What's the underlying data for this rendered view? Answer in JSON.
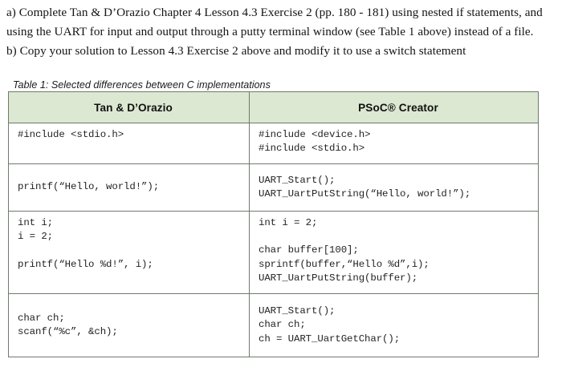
{
  "document": {
    "instructions": [
      "a) Complete Tan & D’Orazio Chapter 4 Lesson 4.3 Exercise 2 (pp. 180 - 181) using nested if statements, and using the UART for input and output through a putty terminal window (see Table 1 above) instead of a file.",
      "b) Copy your solution to Lesson 4.3 Exercise 2 above and modify it to use a switch statement"
    ],
    "table": {
      "caption": "Table 1: Selected differences between C implementations",
      "header_background": "#dce8d2",
      "border_color": "#6f7a6f",
      "columns": [
        "Tan & D’Orazio",
        "PSoC® Creator"
      ],
      "rows": [
        {
          "left": "#include <stdio.h>",
          "right": "#include <device.h>\n#include <stdio.h>"
        },
        {
          "left": "printf(“Hello, world!”);",
          "right": "UART_Start();\nUART_UartPutString(“Hello, world!”);"
        },
        {
          "left": "int i;\ni = 2;\n\nprintf(“Hello %d!”, i);",
          "right": "int i = 2;\n\nchar buffer[100];\nsprintf(buffer,“Hello %d”,i);\nUART_UartPutString(buffer);"
        },
        {
          "left": "char ch;\nscanf(“%c”, &ch);",
          "right": "UART_Start();\nchar ch;\nch = UART_UartGetChar();"
        }
      ]
    }
  }
}
